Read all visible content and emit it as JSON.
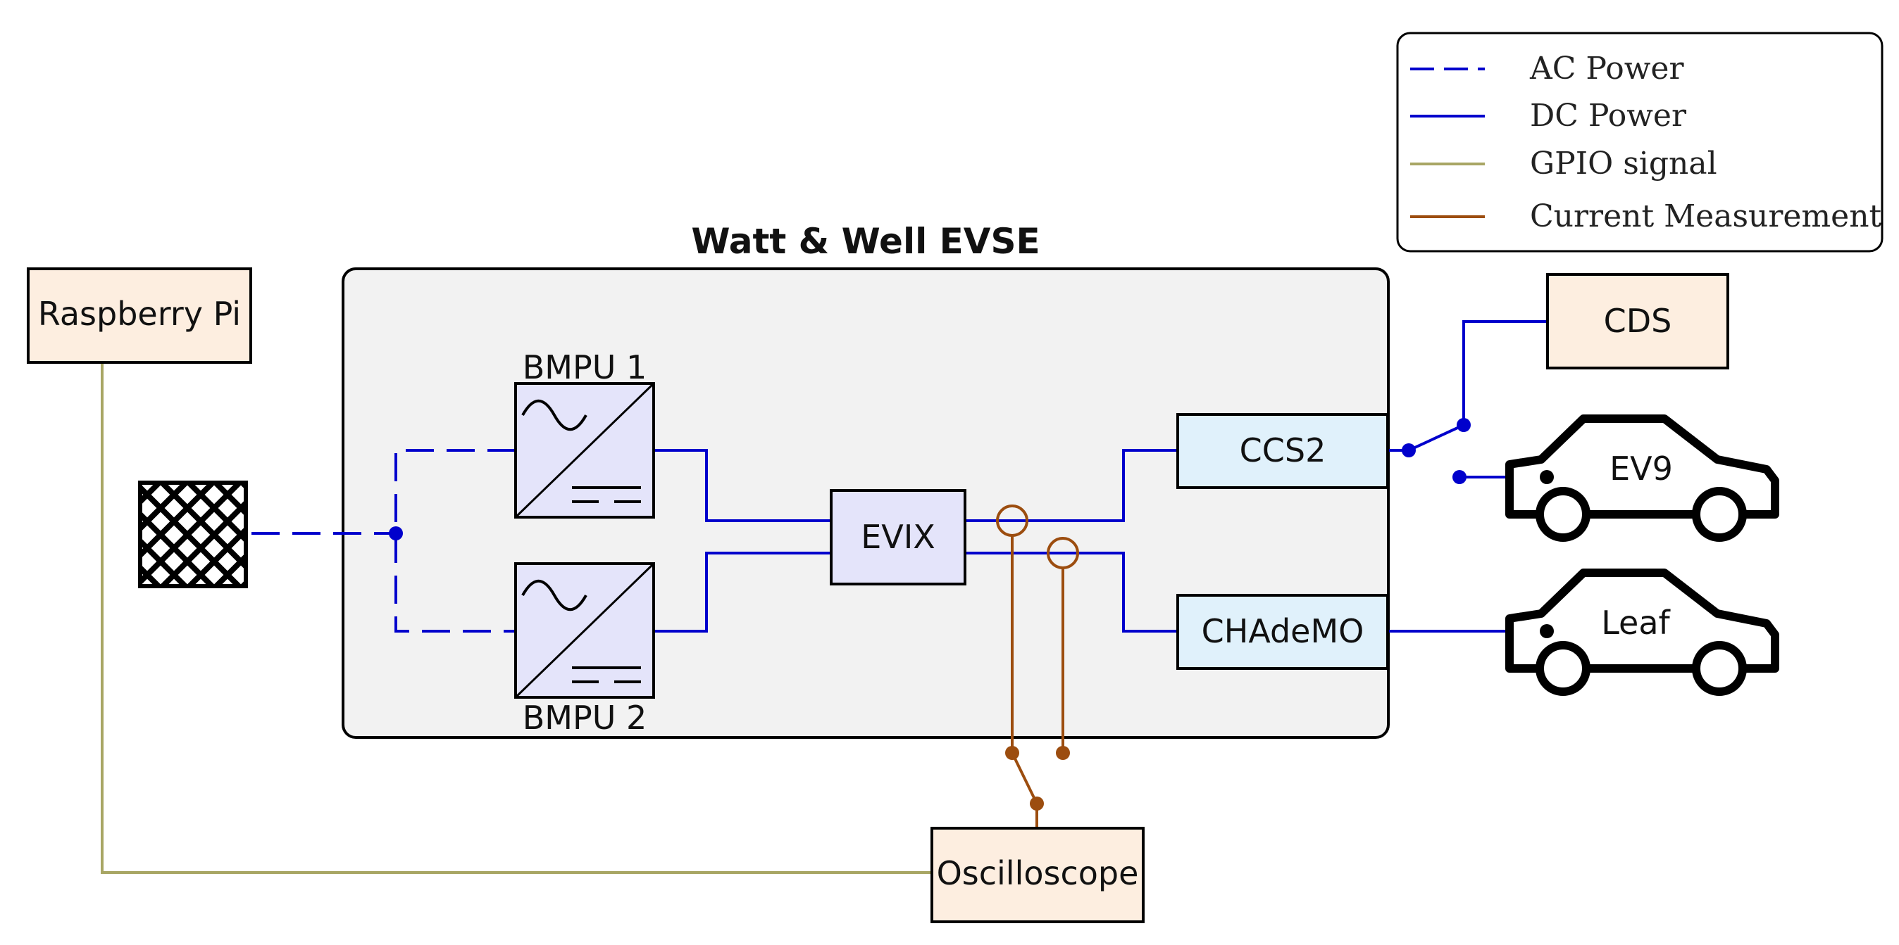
{
  "title": "Watt & Well EVSE",
  "nodes": {
    "raspberry_pi": "Raspberry Pi",
    "bmpu1": "BMPU 1",
    "bmpu2": "BMPU 2",
    "evix": "EVIX",
    "ccs2": "CCS2",
    "chademo": "CHAdeMO",
    "cds": "CDS",
    "ev9": "EV9",
    "leaf": "Leaf",
    "oscilloscope": "Oscilloscope"
  },
  "legend": {
    "items": [
      {
        "label": "AC Power",
        "style": "dashed",
        "color": "#0000cc"
      },
      {
        "label": "DC Power",
        "style": "solid",
        "color": "#0000cc"
      },
      {
        "label": "GPIO signal",
        "style": "solid",
        "color": "#a8a664"
      },
      {
        "label": "Current Measurement",
        "style": "solid",
        "color": "#9c4d0f"
      }
    ]
  },
  "colors": {
    "ac_power": "#0000cc",
    "dc_power": "#0000cc",
    "gpio": "#a8a664",
    "current": "#9c4d0f",
    "peripheral_fill": "#fdeee0",
    "converter_fill": "#e4e4fa",
    "connector_fill": "#e0f1fb",
    "evse_fill": "#f2f2f2"
  },
  "icons": [
    "ac-dc-converter-icon",
    "grid-source-icon",
    "car-icon"
  ]
}
